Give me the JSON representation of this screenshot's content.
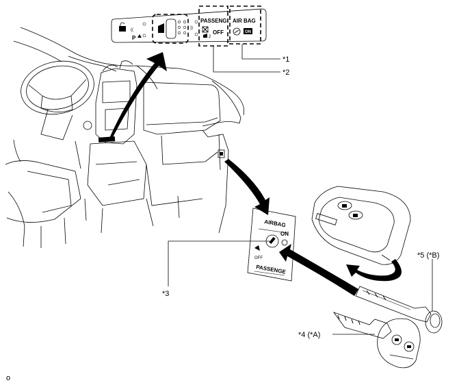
{
  "panel": {
    "passenger_label": "PASSENG",
    "off_label": "OFF",
    "airbag_label": "AIR BAG",
    "on_label": "ON",
    "p_label": "P"
  },
  "callouts": {
    "c1": "*1",
    "c2": "*2",
    "c3": "*3",
    "c4": "*4 (*A)",
    "c5": "*5 (*B)"
  },
  "switch_plate": {
    "airbag_label": "AIRBAG",
    "on_label": "ON",
    "off_label": "OFF",
    "passenger_label": "PASSENGE"
  },
  "figure_code": "o"
}
